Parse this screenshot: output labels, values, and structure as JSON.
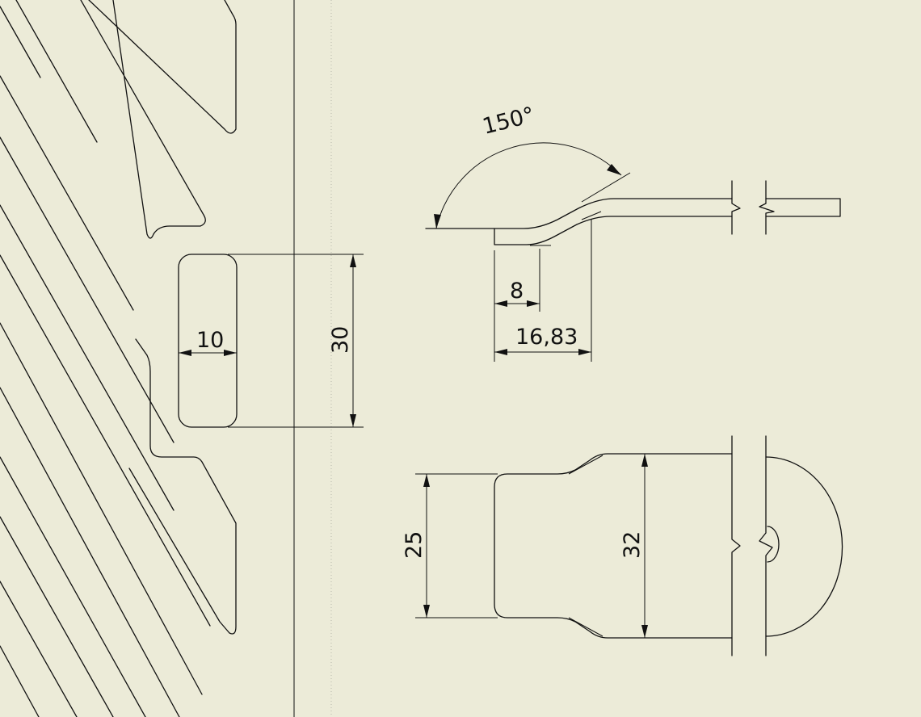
{
  "drawing": {
    "dimensions": {
      "slot_width": "10",
      "slot_height": "30",
      "bend_angle": "150°",
      "flat_length": "8",
      "bend_length": "16,83",
      "narrow_width": "25",
      "wide_width": "32"
    },
    "colors": {
      "background": "#ecebd8",
      "line": "#111111"
    }
  }
}
